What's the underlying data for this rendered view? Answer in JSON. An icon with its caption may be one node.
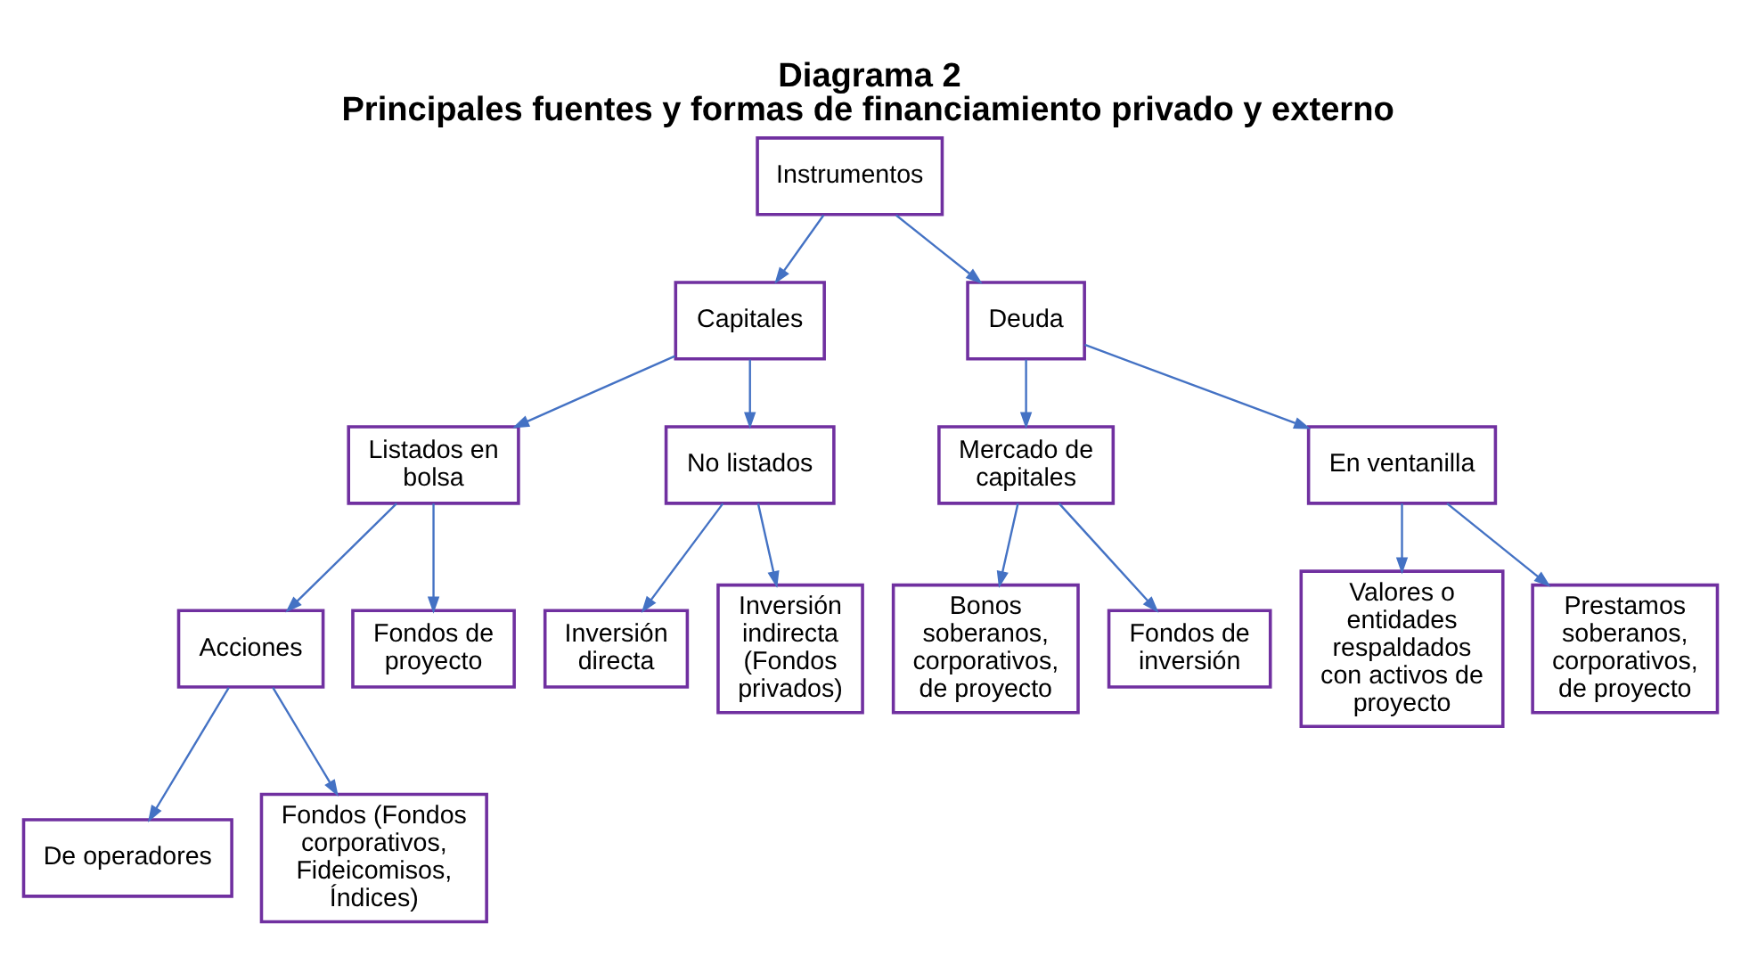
{
  "diagram": {
    "title": "Diagrama 2",
    "caption": "Principales fuentes y formas de financiamiento privado y externo",
    "nodes": [
      {
        "text": [
          "Instrumentos"
        ]
      },
      {
        "text": [
          "Capitales"
        ]
      },
      {
        "text": [
          "Deuda"
        ]
      },
      {
        "text": [
          "Listados en bolsa"
        ]
      },
      {
        "text": [
          "No listados"
        ]
      },
      {
        "text": [
          "Mercado de capitales"
        ]
      },
      {
        "text": [
          "En ventanilla"
        ]
      },
      {
        "text": [
          "Acciones"
        ]
      },
      {
        "text": [
          "Fondos de proyecto"
        ]
      },
      {
        "text": [
          "Inversión directa"
        ]
      },
      {
        "text": [
          "Inversión indirecta (Fondos privados)"
        ]
      },
      {
        "text": [
          "Bonos soberanos, corporativos, de proyecto"
        ]
      },
      {
        "text": [
          "Fondos de inversión"
        ]
      },
      {
        "text": [
          "Valores o entidades respaldados con activos de proyecto"
        ]
      },
      {
        "text": [
          "Prestamos soberanos, corporativos, de proyecto"
        ]
      },
      {
        "text": [
          "De operadores"
        ]
      },
      {
        "text": [
          "Fondos (Fondos corporativos, Fideicomisos, Índices)"
        ]
      }
    ],
    "edges": [
      {
        "from": 0,
        "to": 1,
        "arrow": "to"
      },
      {
        "from": 0,
        "to": 2,
        "arrow": "to"
      },
      {
        "from": 1,
        "to": 3,
        "arrow": "to"
      },
      {
        "from": 1,
        "to": 4,
        "arrow": "to"
      },
      {
        "from": 2,
        "to": 5,
        "arrow": "to"
      },
      {
        "from": 2,
        "to": 6,
        "arrow": "to"
      },
      {
        "from": 3,
        "to": 7,
        "arrow": "to"
      },
      {
        "from": 3,
        "to": 8,
        "arrow": "to"
      },
      {
        "from": 4,
        "to": 9,
        "arrow": "to"
      },
      {
        "from": 4,
        "to": 10,
        "arrow": "to"
      },
      {
        "from": 5,
        "to": 11,
        "arrow": "to"
      },
      {
        "from": 5,
        "to": 12,
        "arrow": "to"
      },
      {
        "from": 6,
        "to": 13,
        "arrow": "to"
      },
      {
        "from": 6,
        "to": 14,
        "arrow": "to"
      },
      {
        "from": 7,
        "to": 15,
        "arrow": "to"
      },
      {
        "from": 7,
        "to": 16,
        "arrow": "to"
      }
    ]
  }
}
